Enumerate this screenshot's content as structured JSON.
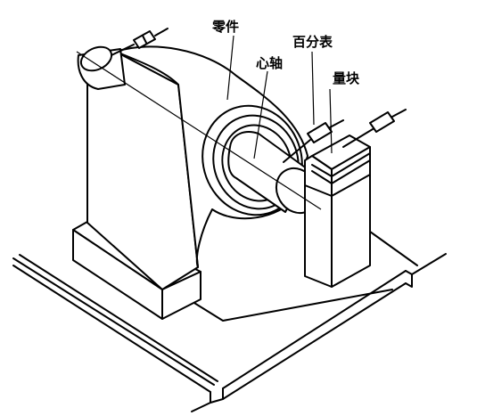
{
  "labels": {
    "part": "零件",
    "mandrel": "心轴",
    "dial_indicator": "百分表",
    "gauge_block": "量块"
  },
  "colors": {
    "line": "#000000",
    "background": "#ffffff"
  }
}
